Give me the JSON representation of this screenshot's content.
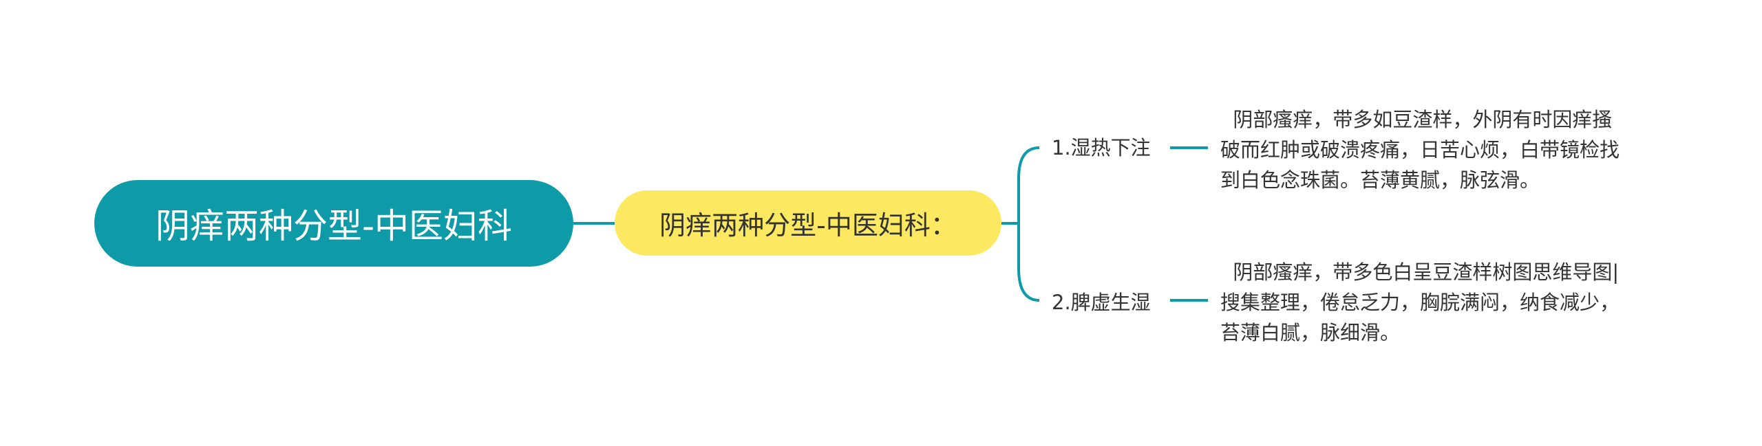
{
  "mindmap": {
    "root": {
      "label": "阴痒两种分型-中医妇科"
    },
    "center": {
      "label": "阴痒两种分型-中医妇科："
    },
    "branches": [
      {
        "label": "1.湿热下注",
        "detail_lines": [
          "  阴部瘙痒，带多如豆渣样，外阴有时因痒搔",
          "破而红肿或破溃疼痛，日苦心烦，白带镜检找",
          "到白色念珠菌。苔薄黄腻，脉弦滑。"
        ]
      },
      {
        "label": "2.脾虚生湿",
        "detail_lines": [
          "  阴部瘙痒，带多色白呈豆渣样树图思维导图|",
          "搜集整理，倦怠乏力，胸脘满闷，纳食减少，",
          "苔薄白腻，脉细滑。"
        ]
      }
    ],
    "colors": {
      "root_fill": "#0e9aa7",
      "center_fill": "#fde961",
      "connector": "#0e9aa7",
      "text": "#333333",
      "root_text": "#ffffff"
    }
  }
}
